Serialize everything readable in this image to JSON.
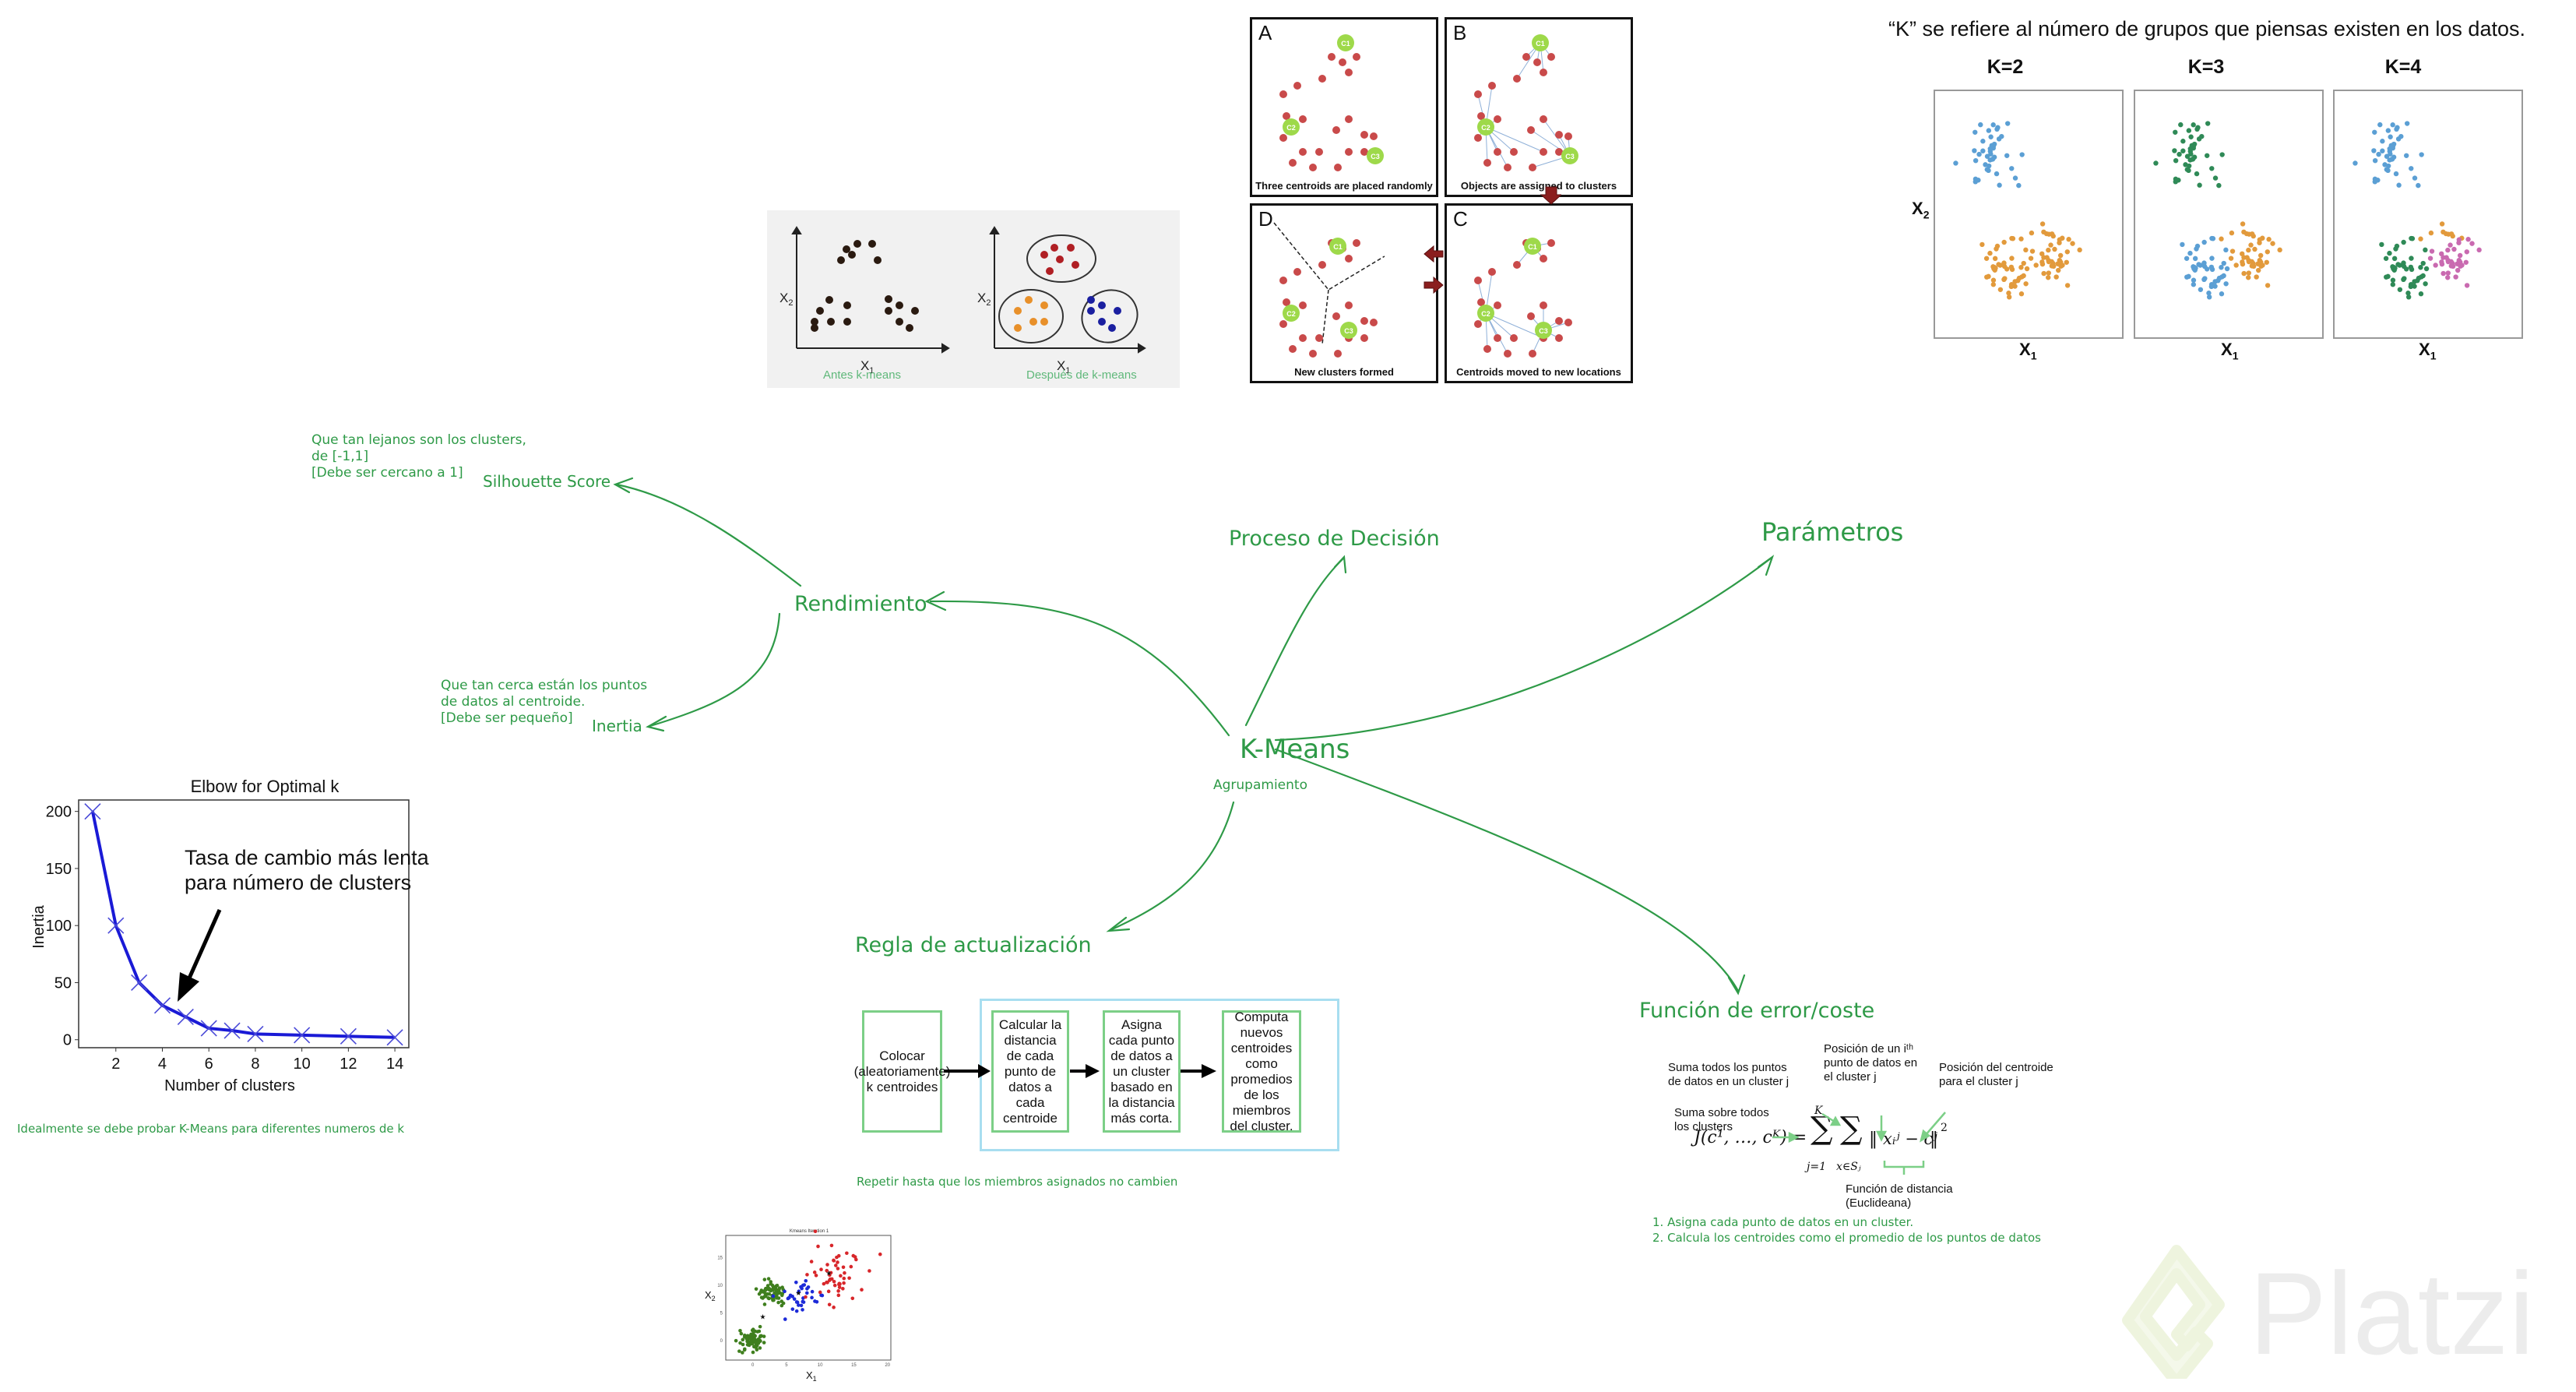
{
  "mindmap": {
    "center": {
      "title": "K-Means",
      "subtitle": "Agrupamiento"
    },
    "nodes": {
      "rendimiento": "Rendimiento",
      "proceso": "Proceso de Decisión",
      "parametros": "Parámetros",
      "regla": "Regla de actualización",
      "funcion": "Función de error/coste",
      "silhouette": "Silhouette Score",
      "inertia": "Inertia"
    },
    "notes": {
      "silhouette": "Que tan lejanos son los clusters,\nde [-1,1]\n[Debe ser cercano a 1]",
      "inertia": "Que tan cerca están los puntos\nde datos al centroide.\n[Debe ser pequeño]",
      "elbow_tip": "Idealmente se debe probar K-Means para diferentes numeros de k",
      "repeat": "Repetir hasta que los miembros asignados no cambien",
      "steps": [
        "1. Asigna cada punto de datos en un cluster.",
        "2. Calcula los centroides como el promedio de los puntos de datos"
      ]
    },
    "color": "#2e9a47"
  },
  "before_after": {
    "before_caption": "Antes k-means",
    "after_caption": "Después de k-means",
    "x_label": "X1",
    "y_label": "X2",
    "cluster_colors": [
      "#b01f24",
      "#e8902a",
      "#1a1fa0"
    ]
  },
  "kmeans_steps": {
    "panels": [
      {
        "letter": "A",
        "caption": "Three centroids are placed randomly"
      },
      {
        "letter": "B",
        "caption": "Objects are assigned to clusters"
      },
      {
        "letter": "D",
        "caption": "New clusters formed"
      },
      {
        "letter": "C",
        "caption": "Centroids moved to new locations"
      }
    ],
    "centroid_labels": [
      "C1",
      "C2",
      "C3"
    ],
    "point_color": "#c94a4a",
    "centroid_color": "#9ed94a"
  },
  "k_examples": {
    "heading": "“K” se refiere al número de grupos que piensas existen en los datos.",
    "panels": [
      {
        "title": "K=2"
      },
      {
        "title": "K=3"
      },
      {
        "title": "K=4"
      }
    ],
    "x_label": "X1",
    "y_label": "X2"
  },
  "flow": {
    "boxes": [
      "Colocar (aleatoriamente) k centroides",
      "Calcular la distancia de cada punto de datos a cada centroide",
      "Asigna cada punto de datos a un cluster basado en la distancia más corta.",
      "Computa nuevos centroides como promedios de los miembros del cluster."
    ]
  },
  "cost_function": {
    "labels": {
      "sum_points": "Suma todos los puntos\nde datos en un cluster j",
      "position_point": "Posición de un iᵗʰ\npunto de datos en\nel cluster j",
      "position_centroid": "Posición del centroide\npara el cluster j",
      "sum_clusters": "Suma sobre todos\nlos clusters",
      "distance": "Función de distancia\n(Euclideana)"
    },
    "formula_lhs": "J(c¹, …, cᴷ) =",
    "sum_upper": "K",
    "sum1_lower": "j=1",
    "sum2_lower": "x∈Sⱼ",
    "norm_body": "xᵢʲ − cʲ",
    "exponent": "2"
  },
  "iteration_plot": {
    "title": "Kmeans Iteration 1",
    "x_label": "X1",
    "y_label": "X2",
    "x_ticks": [
      "0",
      "5",
      "10",
      "15",
      "20"
    ],
    "y_ticks": [
      "0",
      "5",
      "10",
      "15"
    ]
  },
  "watermark": {
    "text": "Platzi"
  },
  "chart_data": {
    "type": "line",
    "title": "Elbow for Optimal k",
    "xlabel": "Number of clusters",
    "ylabel": "Inertia",
    "x": [
      1,
      2,
      3,
      4,
      5,
      6,
      7,
      8,
      10,
      12,
      14
    ],
    "values": [
      200,
      100,
      50,
      30,
      20,
      10,
      8,
      5,
      4,
      3,
      2
    ],
    "x_ticks": [
      2,
      4,
      6,
      8,
      10,
      12,
      14
    ],
    "y_ticks": [
      0,
      50,
      100,
      150,
      200
    ],
    "xlim": [
      0.4,
      14.6
    ],
    "ylim": [
      -7,
      210
    ],
    "marker": "x",
    "color": "#1a1ad6",
    "grid": false,
    "annotation": "Tasa de cambio más lenta para número de clusters",
    "annotation_points_to_x": 4.6
  }
}
